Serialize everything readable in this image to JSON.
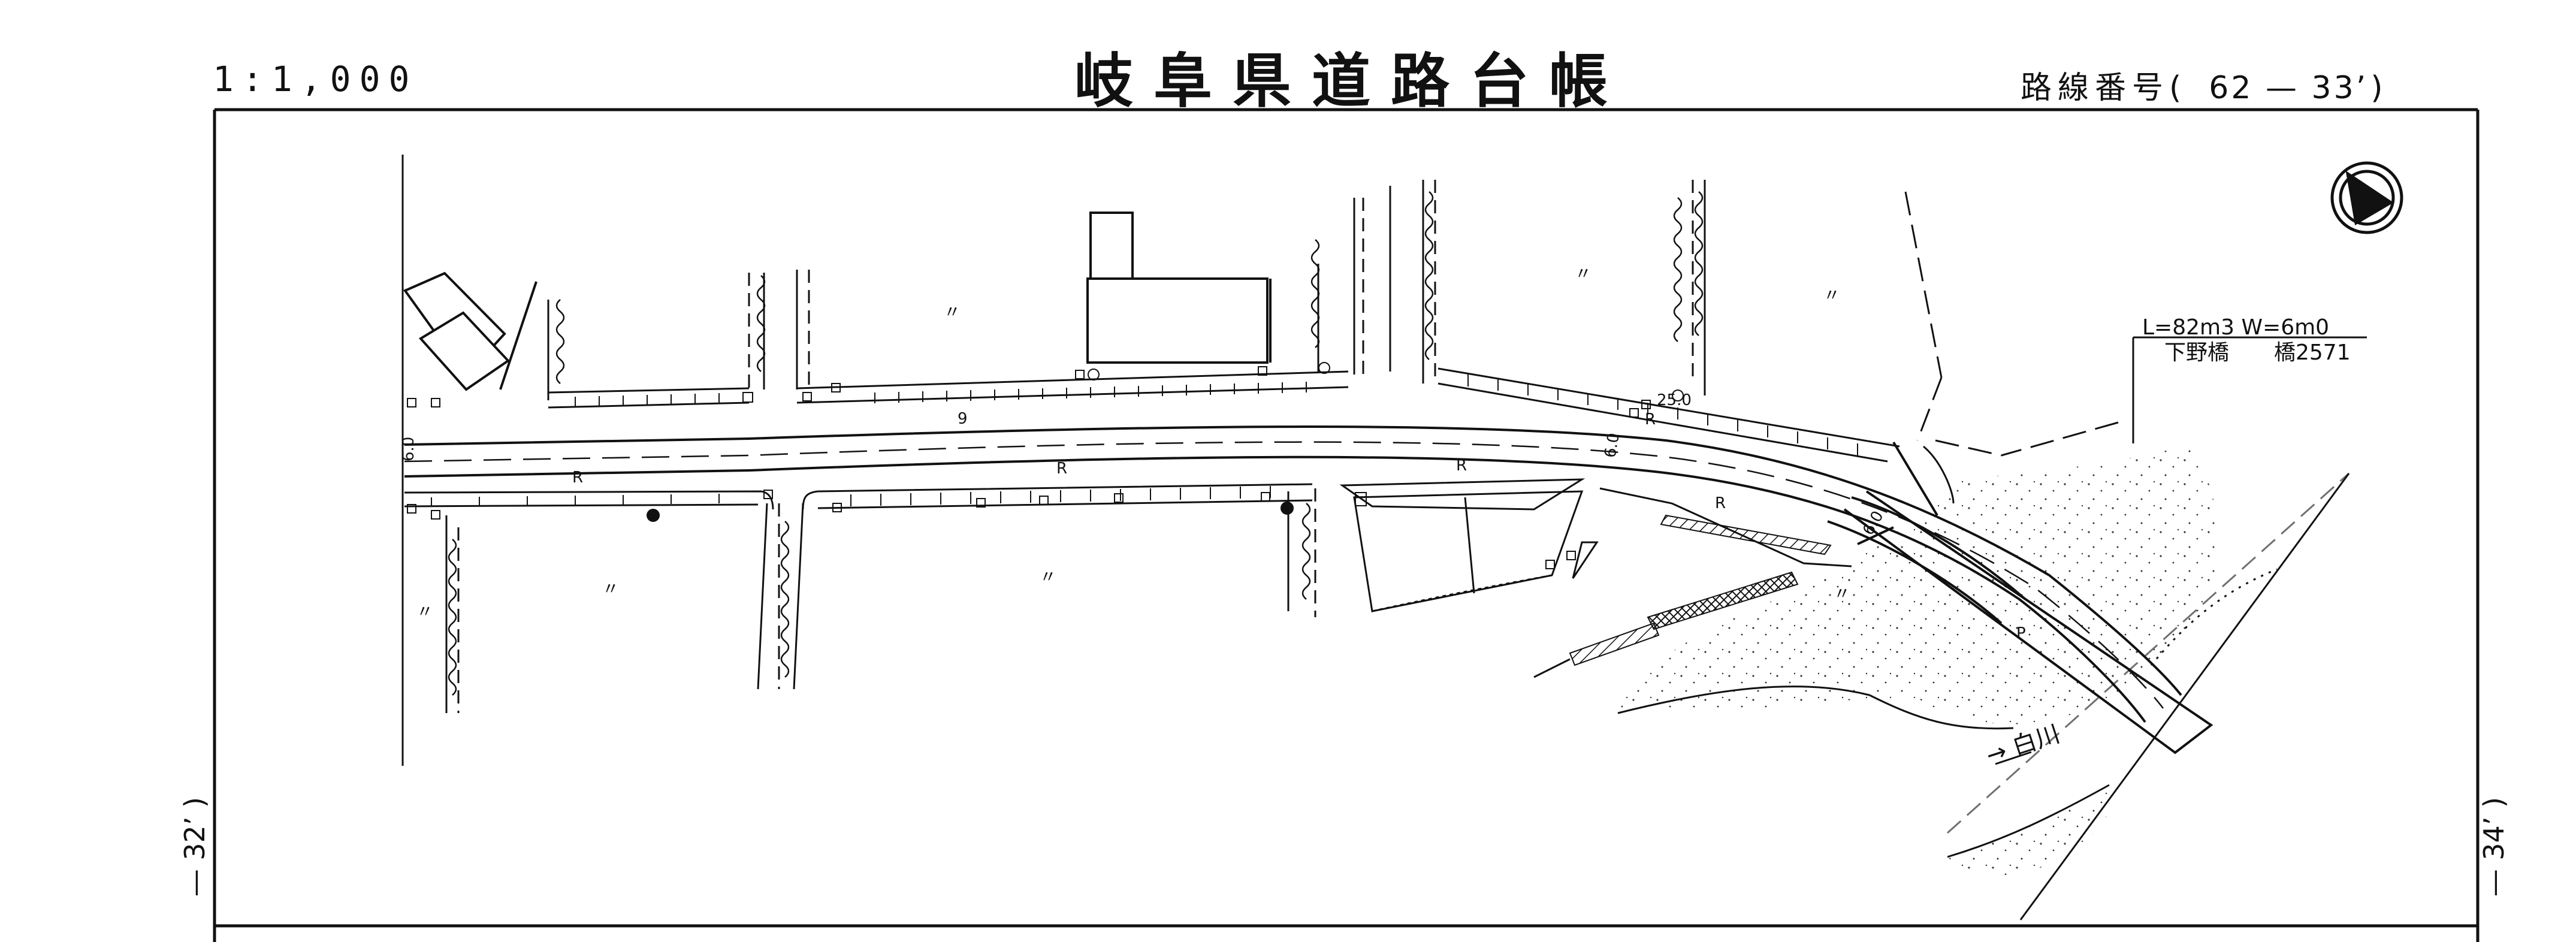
{
  "header": {
    "scale": "1:1,000",
    "title": "岐阜県道路台帳",
    "route_label": "路線番号(",
    "route_value": "62 — 33’",
    "route_close": ")"
  },
  "margins": {
    "left_sheet": "— 32’ )",
    "right_sheet": "— 34’ )"
  },
  "bridge": {
    "dimensions": "L=82m3  W=6m0",
    "name": "下野橋",
    "number": "橋2571"
  },
  "river": {
    "flow_label": "→ 白川"
  },
  "road_marks": {
    "r1": "R",
    "r2": "R",
    "r3": "R",
    "r4": "R",
    "r5": "R",
    "p": "P",
    "nine": "9",
    "width_a": "6.0",
    "width_b": "6.0",
    "width_c": "6.0",
    "elevation": "25.0"
  },
  "land_use": {
    "paddy_1": "〃",
    "paddy_2": "〃",
    "paddy_3": "〃",
    "paddy_4": "〃",
    "paddy_5": "〃",
    "paddy_6": "〃",
    "paddy_7": "〃"
  }
}
